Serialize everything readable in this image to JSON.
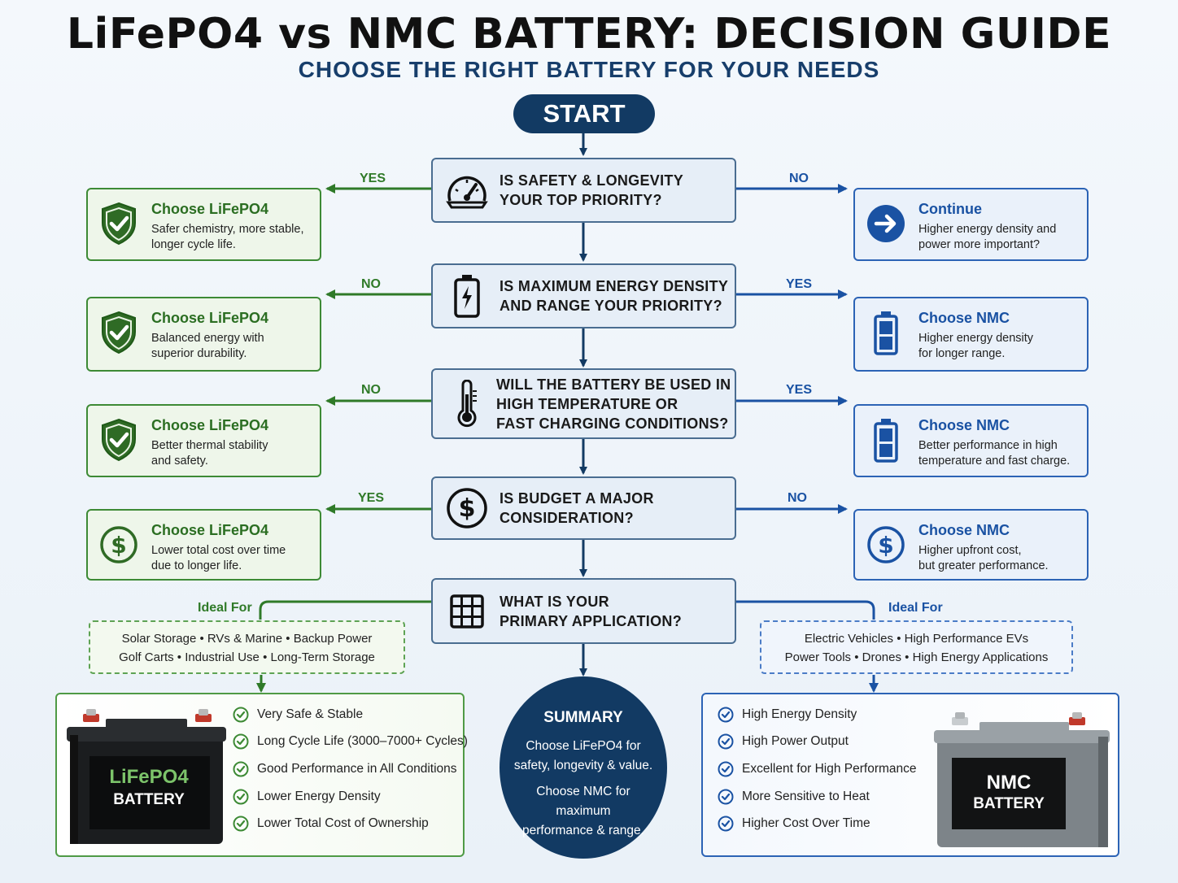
{
  "title": "LiFePO4 vs NMC BATTERY: DECISION GUIDE",
  "subtitle": "CHOOSE THE RIGHT BATTERY FOR YOUR NEEDS",
  "start": "START",
  "colors": {
    "navy": "#123a63",
    "green": "#2f7a28",
    "blue": "#1a52a3"
  },
  "questions": [
    {
      "text": "IS SAFETY & LONGEVITY\nYOUR TOP PRIORITY?",
      "icon": "gauge-icon",
      "left_branch": "YES",
      "right_branch": "NO"
    },
    {
      "text": "IS MAXIMUM ENERGY DENSITY\nAND RANGE YOUR PRIORITY?",
      "icon": "battery-charging-icon",
      "left_branch": "NO",
      "right_branch": "YES"
    },
    {
      "text": "WILL THE BATTERY BE USED IN\nHIGH TEMPERATURE OR\nFAST CHARGING CONDITIONS?",
      "icon": "thermometer-icon",
      "left_branch": "NO",
      "right_branch": "YES"
    },
    {
      "text": "IS BUDGET A MAJOR\nCONSIDERATION?",
      "icon": "dollar-icon",
      "left_branch": "YES",
      "right_branch": "NO"
    },
    {
      "text": "WHAT IS YOUR\nPRIMARY APPLICATION?",
      "icon": "grid-icon"
    }
  ],
  "left_outcomes": [
    {
      "title": "Choose LiFePO4",
      "desc": "Safer chemistry, more stable,\nlonger cycle life.",
      "icon": "shield-check-icon"
    },
    {
      "title": "Choose LiFePO4",
      "desc": "Balanced energy with\nsuperior durability.",
      "icon": "shield-check-icon"
    },
    {
      "title": "Choose LiFePO4",
      "desc": "Better thermal stability\nand safety.",
      "icon": "shield-check-icon"
    },
    {
      "title": "Choose LiFePO4",
      "desc": "Lower total cost over time\ndue to longer life.",
      "icon": "dollar-icon"
    }
  ],
  "right_outcomes": [
    {
      "title": "Continue",
      "desc": "Higher energy density and\npower more important?",
      "icon": "arrow-right-icon"
    },
    {
      "title": "Choose NMC",
      "desc": "Higher energy density\nfor longer range.",
      "icon": "battery-icon"
    },
    {
      "title": "Choose NMC",
      "desc": "Better performance in high\ntemperature and fast charge.",
      "icon": "battery-icon"
    },
    {
      "title": "Choose NMC",
      "desc": "Higher upfront cost,\nbut greater performance.",
      "icon": "dollar-icon"
    }
  ],
  "ideal_left": {
    "title": "Ideal For",
    "line1": "Solar Storage  •  RVs & Marine  •  Backup Power",
    "line2": "Golf Carts  •  Industrial Use  •  Long-Term Storage"
  },
  "ideal_right": {
    "title": "Ideal For",
    "line1": "Electric Vehicles  •  High Performance EVs",
    "line2": "Power Tools  •  Drones  •  High Energy Applications"
  },
  "lifepo4_panel": {
    "battery_line1": "LiFePO4",
    "battery_line2": "BATTERY",
    "features": [
      "Very Safe & Stable",
      "Long Cycle Life (3000–7000+ Cycles)",
      "Good Performance in All Conditions",
      "Lower Energy Density",
      "Lower Total Cost of Ownership"
    ]
  },
  "nmc_panel": {
    "battery_line1": "NMC",
    "battery_line2": "BATTERY",
    "features": [
      "High Energy Density",
      "High Power Output",
      "Excellent for High Performance",
      "More Sensitive to Heat",
      "Higher Cost Over Time"
    ]
  },
  "summary": {
    "title": "SUMMARY",
    "line1": "Choose LiFePO4 for\nsafety, longevity & value.",
    "line2": "Choose NMC for maximum\nperformance & range."
  }
}
